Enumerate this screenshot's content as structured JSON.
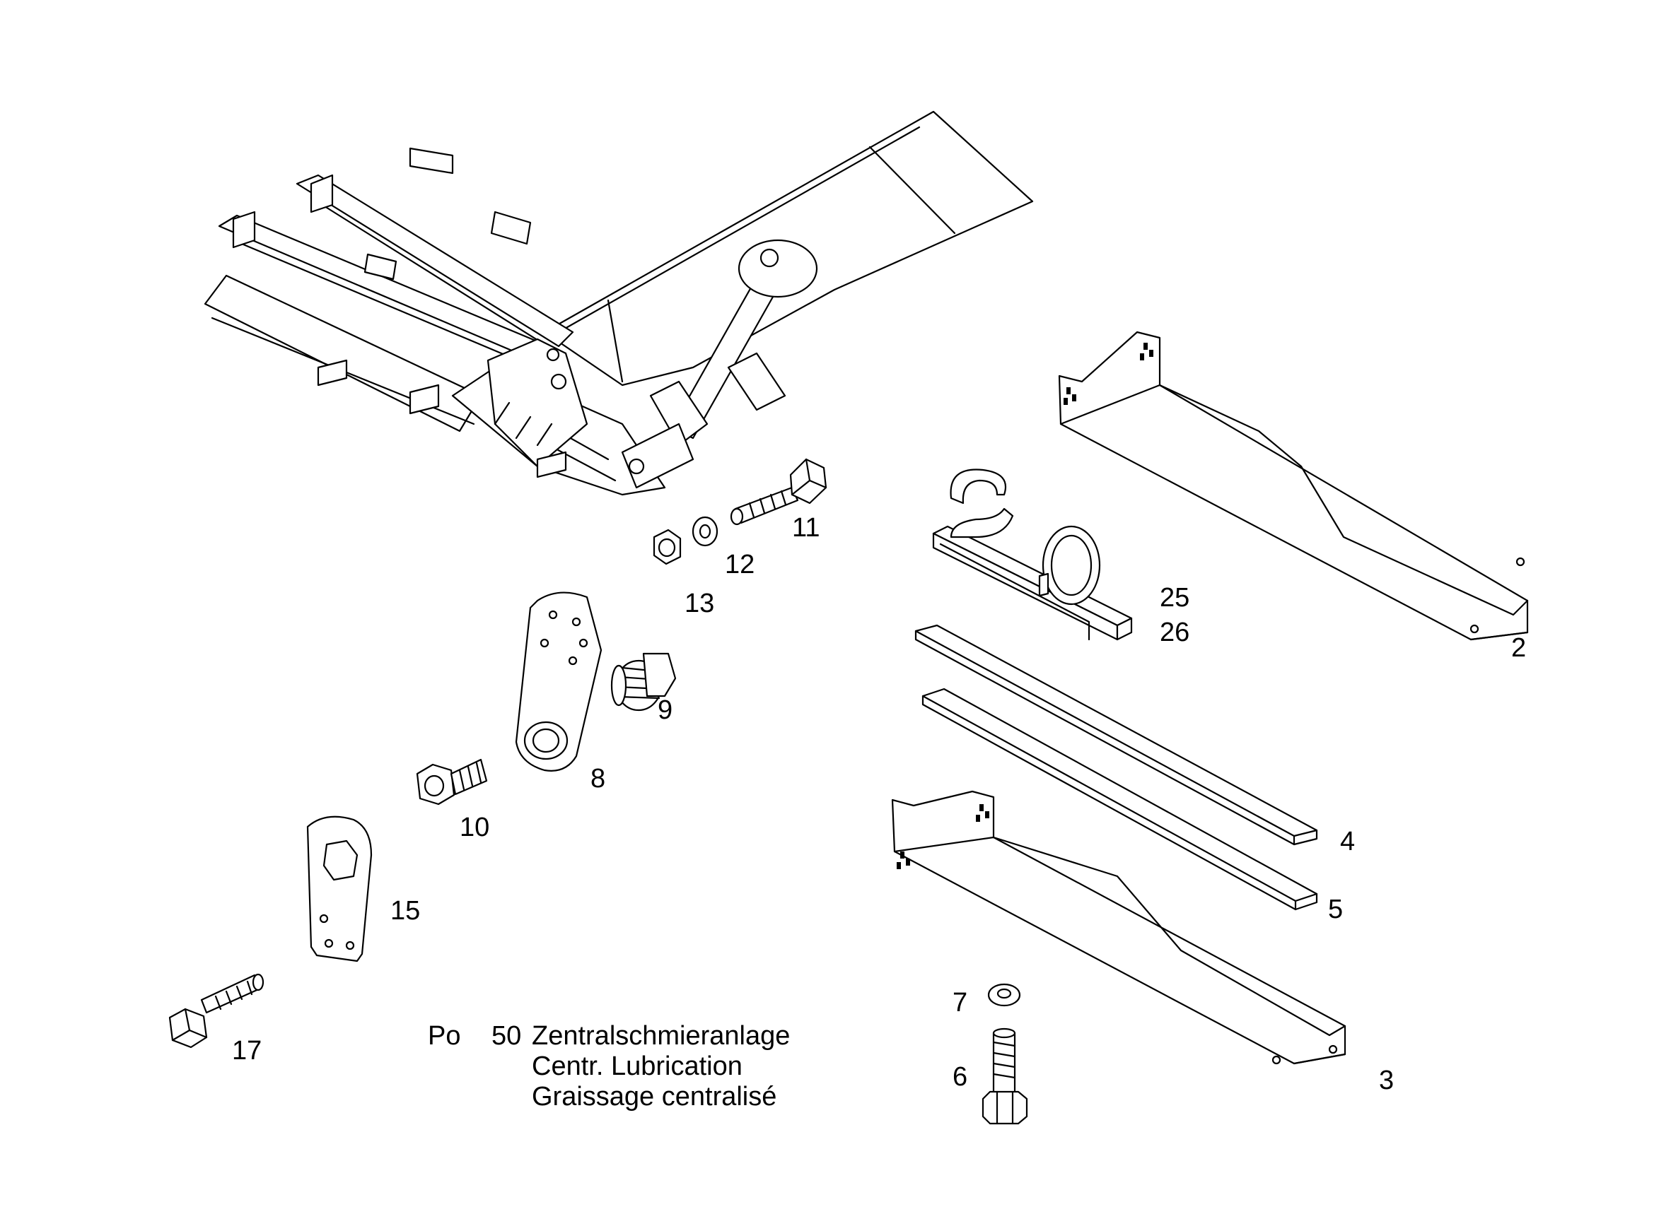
{
  "diagram": {
    "caption": {
      "prefix": "Po",
      "position": "50",
      "line_de": "Zentralschmieranlage",
      "line_en": "Centr. Lubrication",
      "line_fr": "Graissage centralisé"
    },
    "callouts": {
      "p2": "2",
      "p3": "3",
      "p4": "4",
      "p5": "5",
      "p6": "6",
      "p7": "7",
      "p8": "8",
      "p9": "9",
      "p10": "10",
      "p11": "11",
      "p12": "12",
      "p13": "13",
      "p15": "15",
      "p17": "17",
      "p25": "25",
      "p26": "26"
    }
  }
}
